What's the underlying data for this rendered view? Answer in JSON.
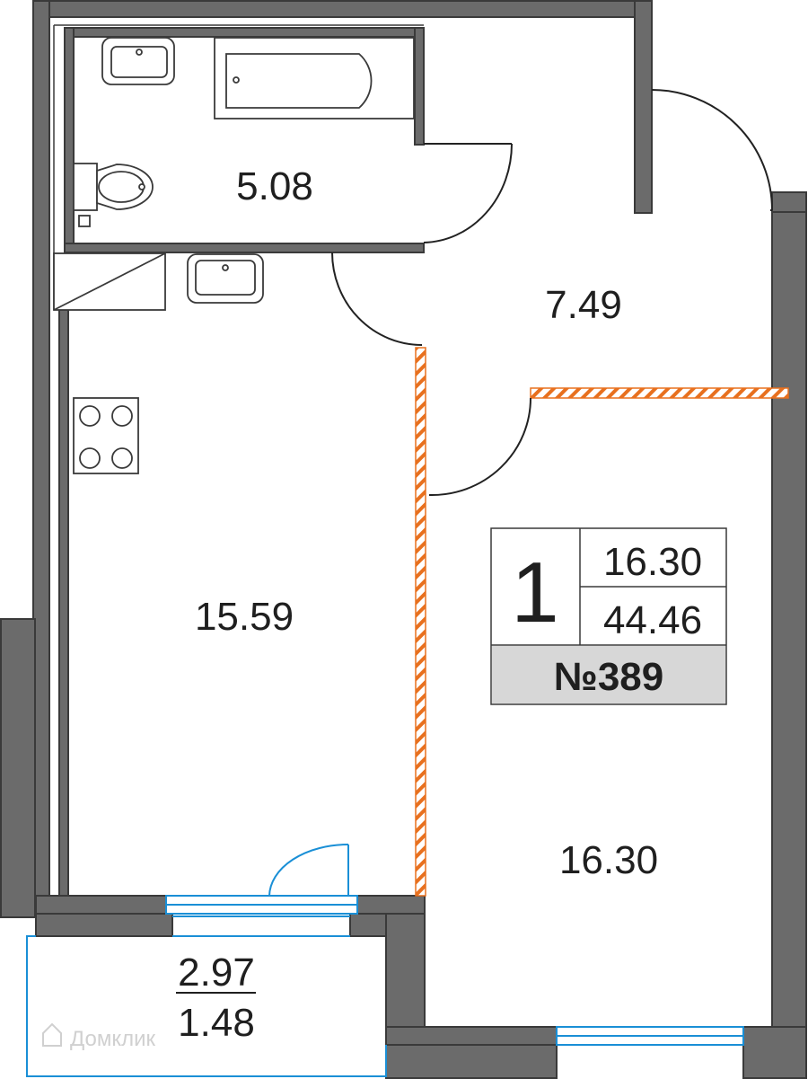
{
  "rooms": {
    "bathroom_area": "5.08",
    "hallway_area": "7.49",
    "kitchen_area": "15.59",
    "bedroom_area": "16.30"
  },
  "balcony": {
    "area_total": "2.97",
    "area_reduced": "1.48"
  },
  "info_box": {
    "room_count": "1",
    "living_area": "16.30",
    "total_area": "44.46",
    "apartment_number": "№389"
  },
  "watermark": {
    "text": "Домклик"
  },
  "colors": {
    "wall": "#6b6b6b",
    "wall_outline": "#3a3a3a",
    "partition_hatch": "#e8701e",
    "window": "#1a8fd6",
    "door_arc": "#222222",
    "label_bg": "#d7d7d7"
  }
}
